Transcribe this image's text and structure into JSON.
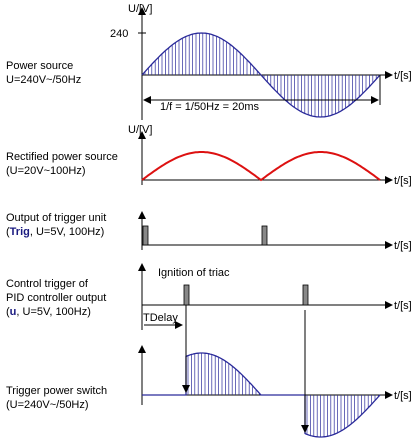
{
  "panels": {
    "power": {
      "label_line1": "Power source",
      "label_line2": "U=240V~/50Hz",
      "y_axis_label": "U/[V]",
      "y_tick": "240",
      "x_axis_label": "t/[s]",
      "period_annotation": "1/f = 1/50Hz = 20ms"
    },
    "rectified": {
      "label_line1": "Rectified power source",
      "label_line2": "(U=20V~100Hz)",
      "y_axis_label": "U/[V]",
      "x_axis_label": "t/[s]"
    },
    "trigger_unit": {
      "label_line1": "Output of trigger unit",
      "label_line2_open": "(",
      "label_line2_bold": "Trig",
      "label_line2_rest": ", U=5V, 100Hz)",
      "x_axis_label": "t/[s]"
    },
    "pid": {
      "label_line1": "Control trigger of",
      "label_line2": "PID controller output",
      "label_line3_open": "(",
      "label_line3_bold": "u",
      "label_line3_rest": ", U=5V, 100Hz)",
      "annotation": "Ignition of triac",
      "x_axis_label": "t/[s]",
      "delay_label": "TDelay"
    },
    "switch": {
      "label_line1": "Trigger power switch",
      "label_line2": "(U=240V~/50Hz)",
      "x_axis_label": "t/[s]"
    }
  },
  "colors": {
    "sine": "#2a2a9a",
    "rectified": "#dd1111",
    "pulse_fill": "#888888",
    "axis": "#000000"
  }
}
